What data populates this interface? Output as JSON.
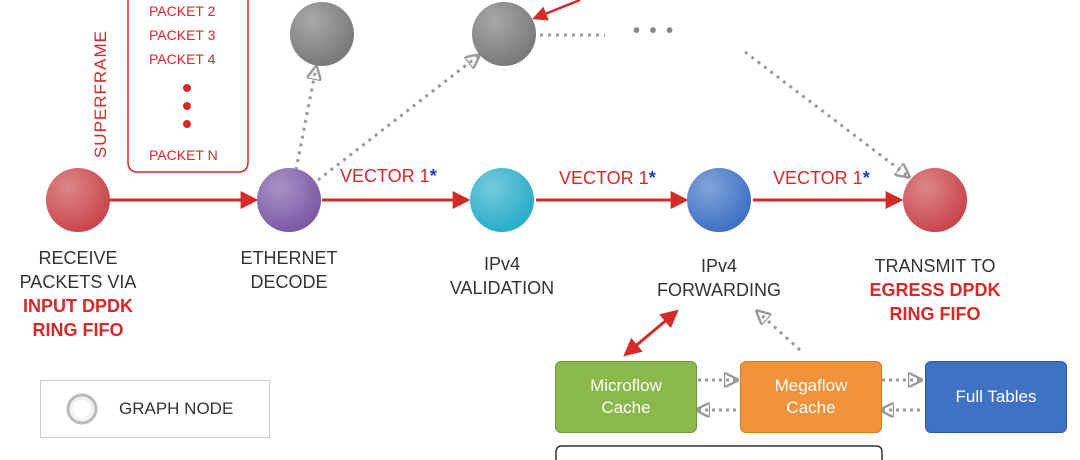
{
  "superframe": {
    "title": "SUPERFRAME",
    "packets": [
      "PACKET 2",
      "PACKET 3",
      "PACKET 4",
      "PACKET N"
    ]
  },
  "nodes": {
    "receive": {
      "line1": "RECEIVE",
      "line2": "PACKETS VIA",
      "line3": "INPUT DPDK",
      "line4": "RING FIFO"
    },
    "ethernet": {
      "line1": "ETHERNET",
      "line2": "DECODE"
    },
    "ipv4_validation": {
      "line1": "IPv4",
      "line2": "VALIDATION"
    },
    "ipv4_forwarding": {
      "line1": "IPv4",
      "line2": "FORWARDING"
    },
    "transmit": {
      "line1": "TRANSMIT TO",
      "line2": "EGRESS DPDK",
      "line3": "RING FIFO"
    }
  },
  "vectors": [
    {
      "label": "VECTOR 1",
      "star": "*"
    },
    {
      "label": "VECTOR 1",
      "star": "*"
    },
    {
      "label": "VECTOR 1",
      "star": "*"
    }
  ],
  "ellipsis": "• • •",
  "caches": {
    "microflow": {
      "line1": "Microflow",
      "line2": "Cache"
    },
    "megaflow": {
      "line1": "Megaflow",
      "line2": "Cache"
    },
    "full_tables": "Full Tables"
  },
  "legend": {
    "label": "GRAPH NODE"
  },
  "colors": {
    "receive_node": "#c9474c",
    "ethernet_node": "#7b5aa6",
    "validation_node": "#2aaec9",
    "forwarding_node": "#3f72c4",
    "transmit_node": "#c9474c",
    "gray_node": "#7a7a7a",
    "arrow_red": "#d42a2a",
    "dotted_gray": "#9a9a9a",
    "microflow_box": "#8ab84a",
    "megaflow_box": "#f0933a",
    "full_tables_box": "#3f72c4"
  }
}
